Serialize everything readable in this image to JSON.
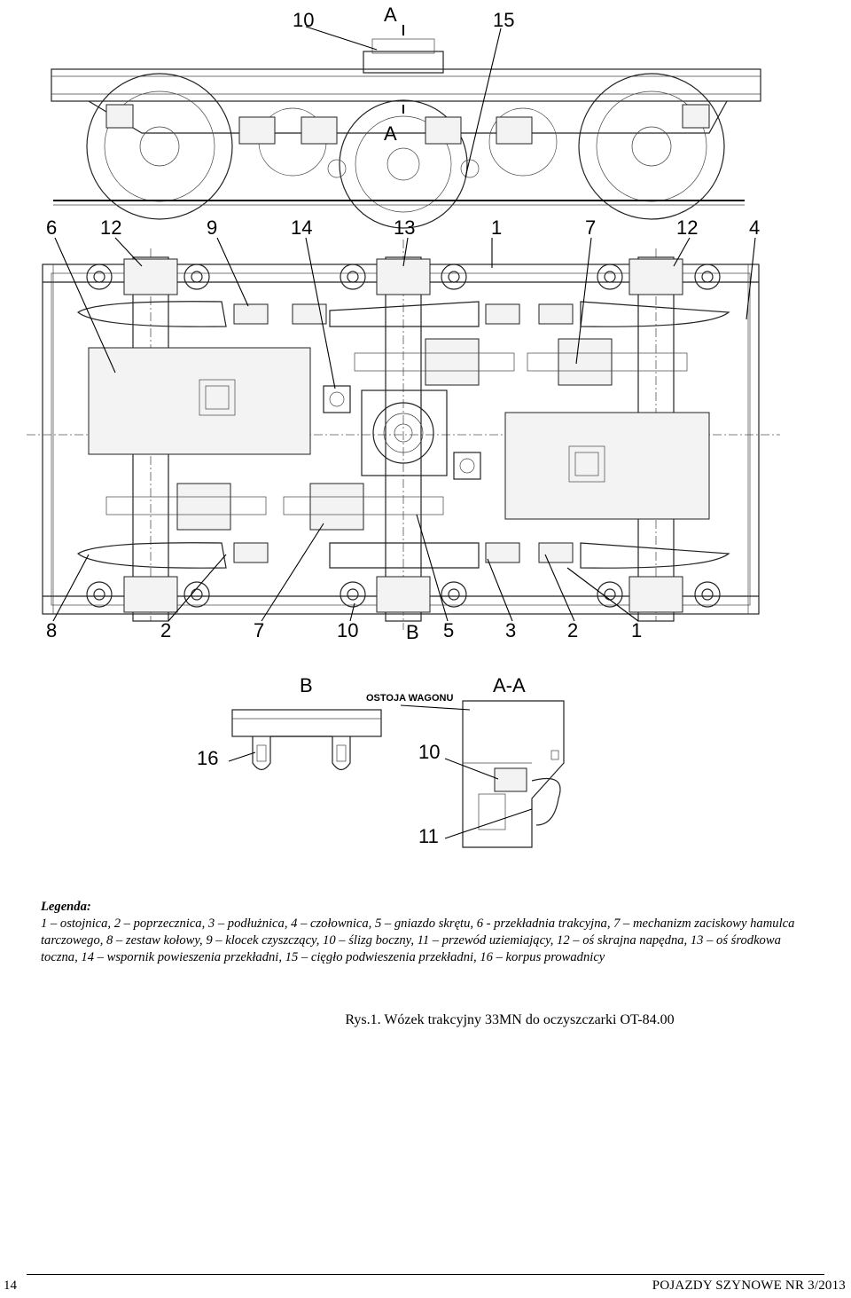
{
  "drawing": {
    "top_labels": {
      "ten": "10",
      "a": "A",
      "a_bottom": "A",
      "fifteen": "15"
    },
    "plan_labels_top": [
      "6",
      "12",
      "9",
      "14",
      "13",
      "1",
      "7",
      "12",
      "4"
    ],
    "plan_labels_bottom": [
      "8",
      "2",
      "7",
      "10",
      "B",
      "5",
      "3",
      "2",
      "1"
    ],
    "detail_b": {
      "title": "B",
      "label": "16"
    },
    "detail_aa": {
      "title": "A-A",
      "frame_label": "OSTOJA WAGONU",
      "label_10": "10",
      "label_11": "11"
    }
  },
  "legend": {
    "title": "Legenda:",
    "text": "1 – ostojnica, 2 – poprzecznica, 3 – podłużnica, 4 – czołownica, 5 – gniazdo skrętu, 6 - przekładnia trakcyjna, 7 – mechanizm zaciskowy hamulca tarczowego, 8 – zestaw kołowy, 9 – klocek czyszczący, 10 – ślizg boczny, 11 – przewód uziemiający, 12 – oś skrajna napędna, 13 – oś środkowa toczna, 14 – wspornik powieszenia przekładni, 15 – cięgło podwieszenia przekładni, 16 – korpus prowadnicy"
  },
  "caption": "Rys.1. Wózek trakcyjny 33MN  do oczyszczarki OT-84.00",
  "footer": {
    "page_number": "14",
    "journal": "POJAZDY SZYNOWE  NR 3/2013"
  }
}
